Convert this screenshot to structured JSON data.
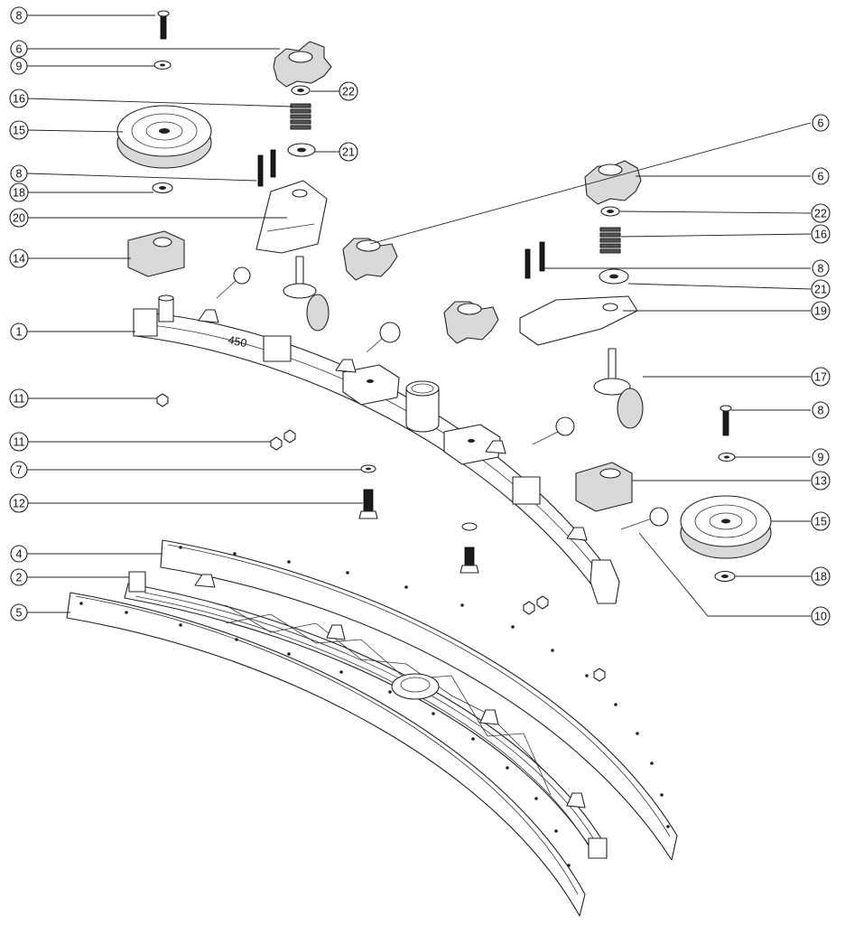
{
  "diagram": {
    "style": "exploded parts view, black line art on white",
    "callouts": [
      {
        "id": "c1",
        "label": "8"
      },
      {
        "id": "c2",
        "label": "6"
      },
      {
        "id": "c3",
        "label": "9"
      },
      {
        "id": "c4",
        "label": "22"
      },
      {
        "id": "c5",
        "label": "16"
      },
      {
        "id": "c6",
        "label": "15"
      },
      {
        "id": "c7",
        "label": "21"
      },
      {
        "id": "c8",
        "label": "8"
      },
      {
        "id": "c9",
        "label": "18"
      },
      {
        "id": "c10",
        "label": "20"
      },
      {
        "id": "c11",
        "label": "14"
      },
      {
        "id": "c12",
        "label": "1"
      },
      {
        "id": "c13",
        "label": "11"
      },
      {
        "id": "c14",
        "label": "11"
      },
      {
        "id": "c15",
        "label": "7"
      },
      {
        "id": "c16",
        "label": "12"
      },
      {
        "id": "c17",
        "label": "4"
      },
      {
        "id": "c18",
        "label": "2"
      },
      {
        "id": "c19",
        "label": "5"
      },
      {
        "id": "c20",
        "label": "6"
      },
      {
        "id": "c21",
        "label": "6"
      },
      {
        "id": "c22",
        "label": "22"
      },
      {
        "id": "c23",
        "label": "16"
      },
      {
        "id": "c24",
        "label": "8"
      },
      {
        "id": "c25",
        "label": "21"
      },
      {
        "id": "c26",
        "label": "19"
      },
      {
        "id": "c27",
        "label": "17"
      },
      {
        "id": "c28",
        "label": "8"
      },
      {
        "id": "c29",
        "label": "9"
      },
      {
        "id": "c30",
        "label": "13"
      },
      {
        "id": "c31",
        "label": "15"
      },
      {
        "id": "c32",
        "label": "18"
      },
      {
        "id": "c33",
        "label": "10"
      }
    ]
  }
}
